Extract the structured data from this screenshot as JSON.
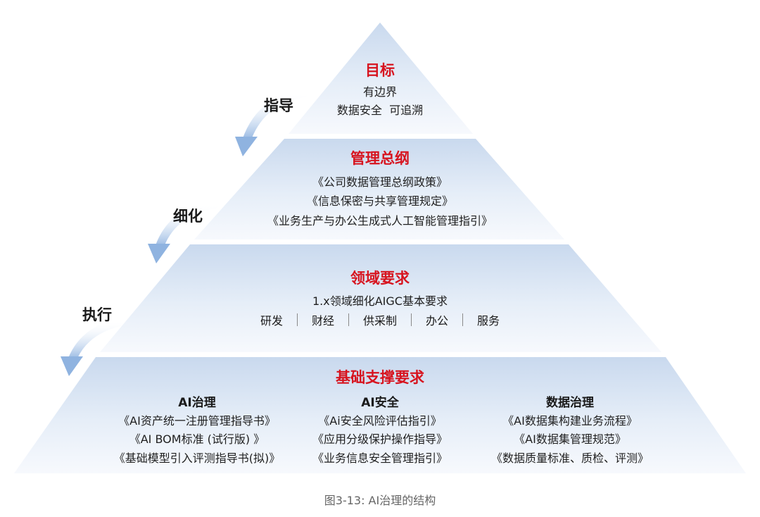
{
  "colors": {
    "accent": "#d7141f",
    "tier_top": "#c9d9ee",
    "tier_bottom": "#f5f8fc",
    "arrow": "#9dbde3"
  },
  "side_labels": {
    "guide": "指导",
    "refine": "细化",
    "execute": "执行"
  },
  "tiers": {
    "goal": {
      "title": "目标",
      "lines": [
        "有边界",
        "数据安全  可追溯"
      ]
    },
    "policy": {
      "title": "管理总纲",
      "lines": [
        "《公司数据管理总纲政策》",
        "《信息保密与共享管理规定》",
        "《业务生产与办公生成式人工智能管理指引》"
      ]
    },
    "domain": {
      "title": "领域要求",
      "subtitle": "1.x领域细化AIGC基本要求",
      "categories": [
        "研发",
        "财经",
        "供采制",
        "办公",
        "服务"
      ]
    },
    "foundation": {
      "title": "基础支撑要求",
      "columns": [
        {
          "title": "AI治理",
          "items": [
            "《AI资产统一注册管理指导书》",
            "《AI BOM标准 (试行版) 》",
            "《基础模型引入评测指导书(拟)》"
          ]
        },
        {
          "title": "AI安全",
          "items": [
            "《Ai安全风险评估指引》",
            "《应用分级保护操作指导》",
            "《业务信息安全管理指引》"
          ]
        },
        {
          "title": "数据治理",
          "items": [
            "《AI数据集构建业务流程》",
            "《AI数据集管理规范》",
            "《数据质量标准、质检、评测》"
          ]
        }
      ]
    }
  },
  "caption": "图3-13: AI治理的结构"
}
